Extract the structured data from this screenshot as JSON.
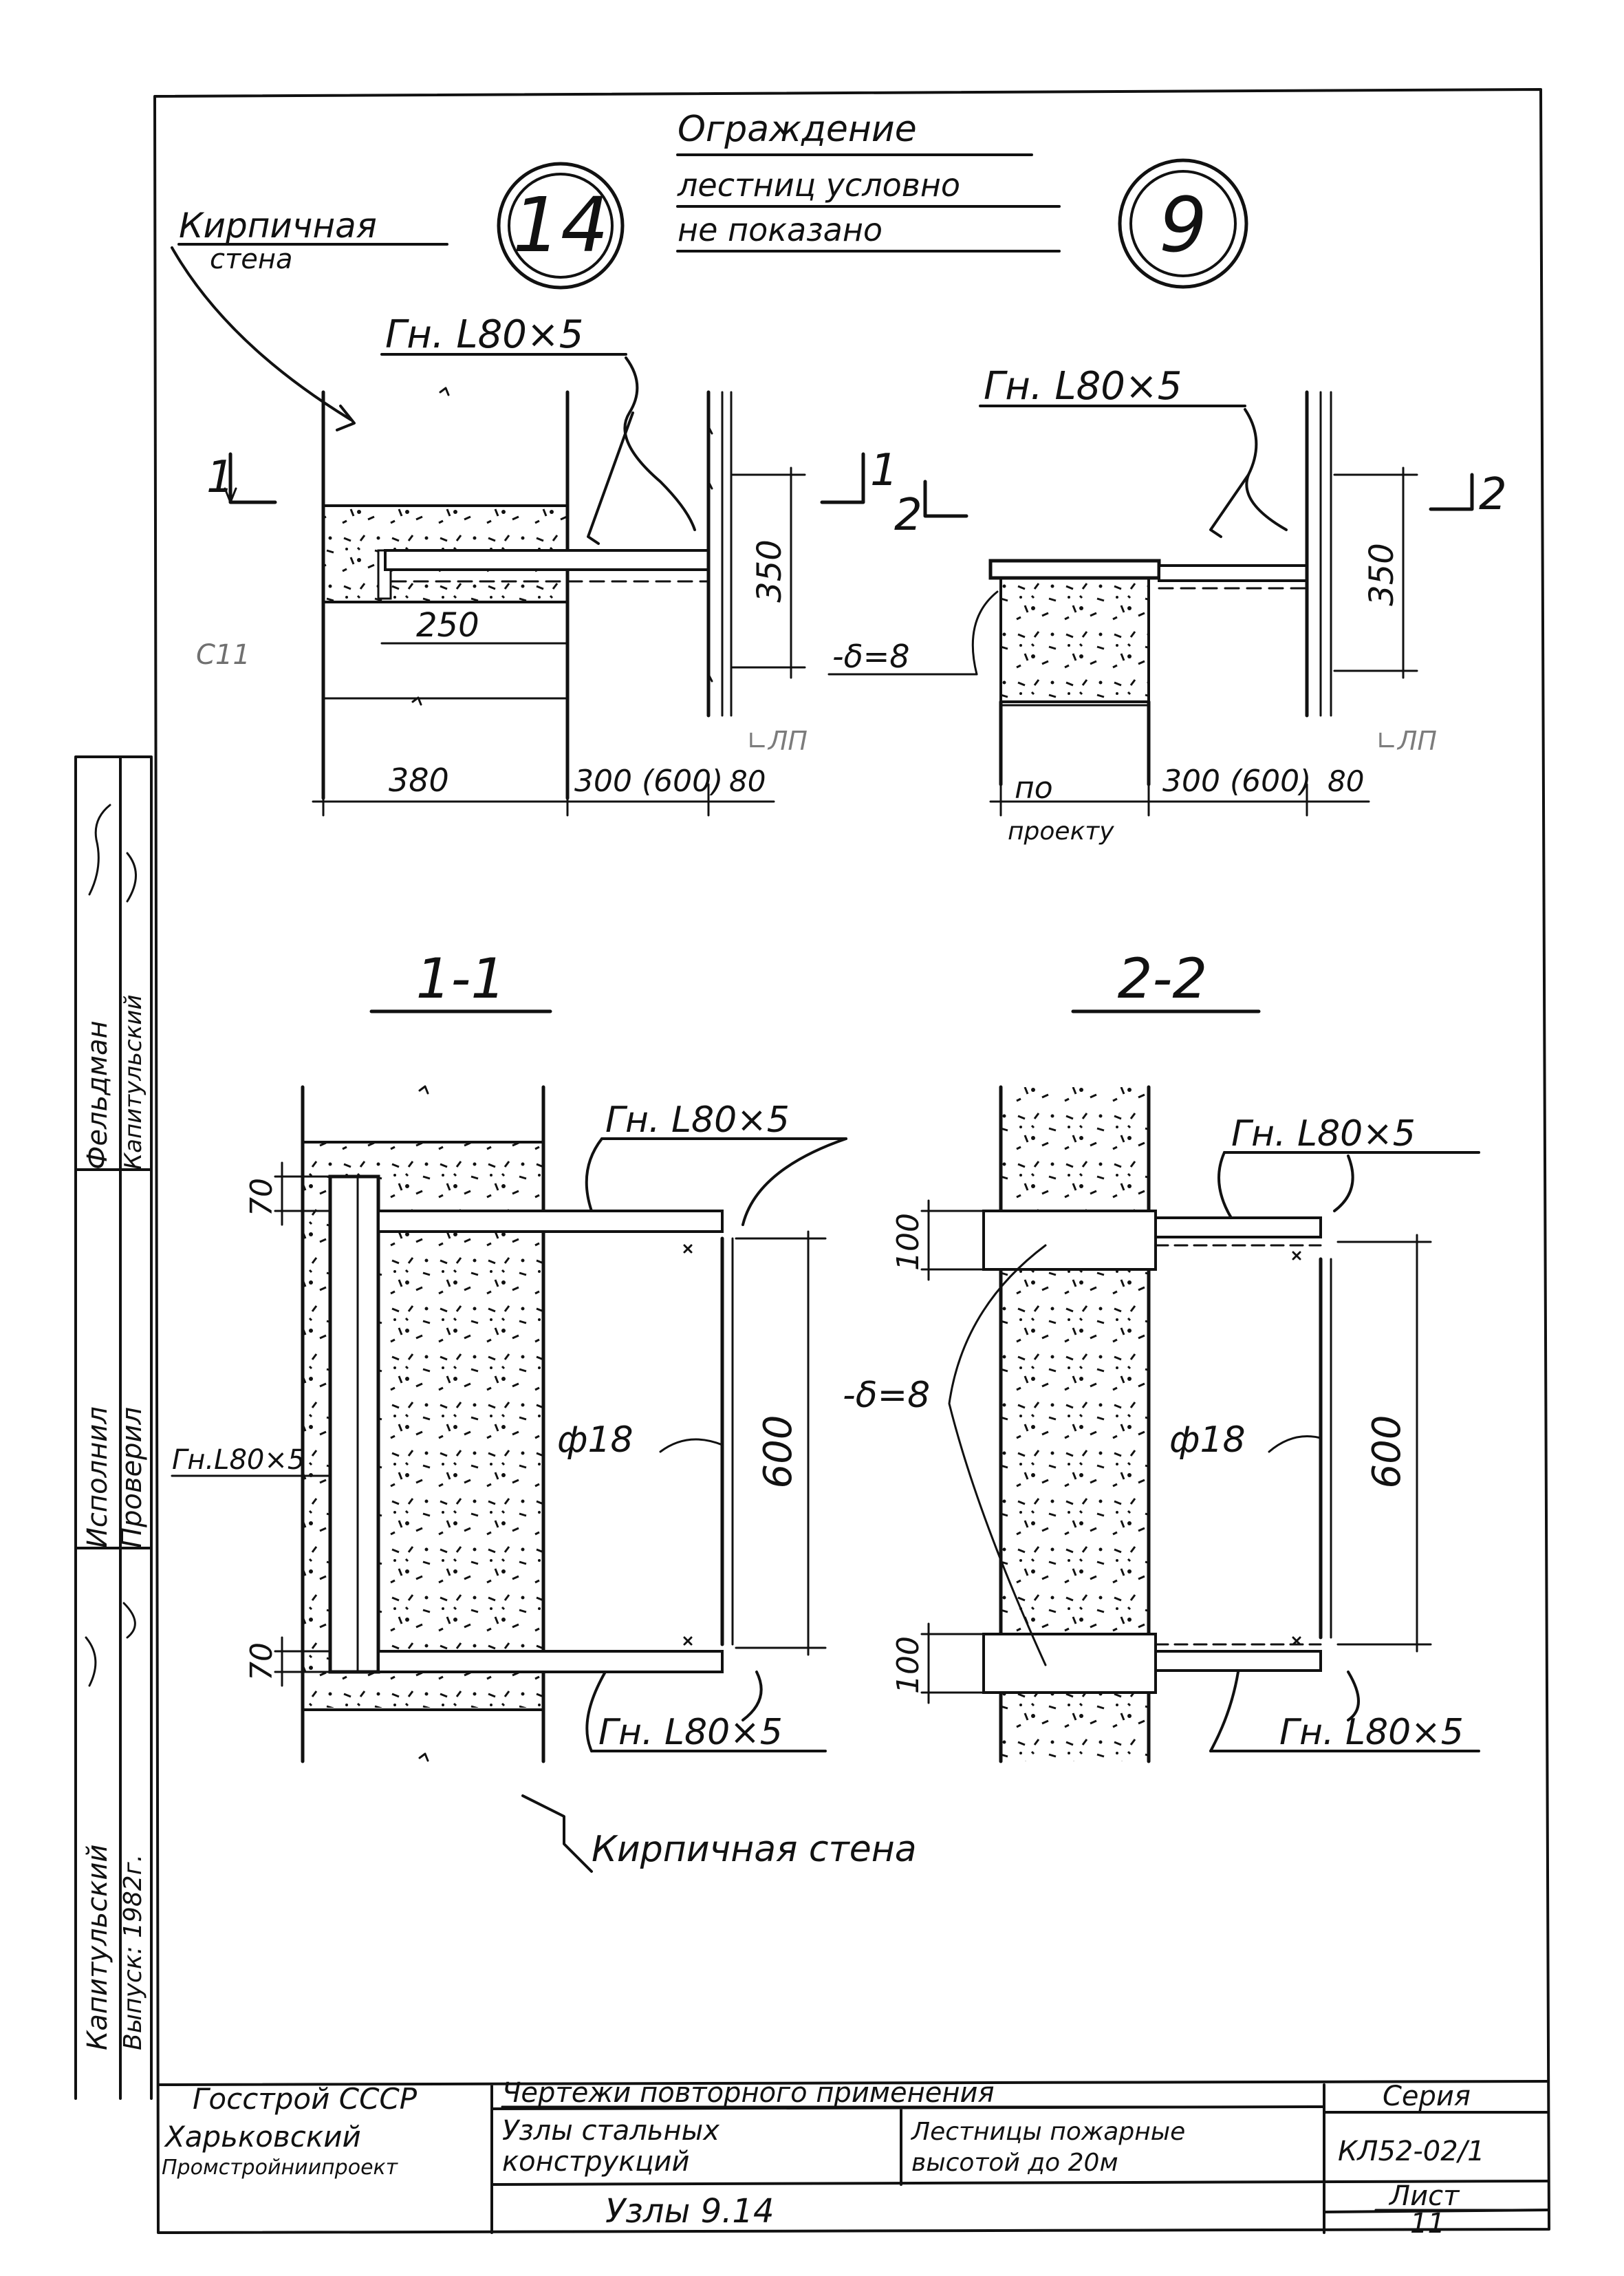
{
  "drawing": {
    "note": [
      "Ограждение",
      "лестниц условно",
      "не показано"
    ],
    "node_a": "14",
    "node_b": "9",
    "brick_wall_top": [
      "Кирпичная",
      "стена"
    ],
    "brick_wall_bottom": "Кирпичная стена",
    "angle": "Гн. L80×5",
    "angle_side": "Гн.L80×5",
    "dim_350": "350",
    "dim_250": "250",
    "dim_380": "380",
    "dim_300_600": "300 (600)",
    "dim_80": "80",
    "dim_600": "600",
    "dim_70": "70",
    "dim_100": "100",
    "plate": "-δ=8",
    "rod": "ф18",
    "po_proektu": [
      "по",
      "проекту"
    ],
    "section_1": "1-1",
    "section_2": "2-2",
    "cut_1": "1",
    "cut_2": "2",
    "lp": "∟ЛП",
    "mark_c": "С11"
  },
  "side_stamp": {
    "role_1": "Исполнил",
    "name_1": "Фельдман",
    "role_2": "Проверил",
    "name_2": "Капитульский",
    "role_3": "Капитульский",
    "year": "Выпуск: 1982г."
  },
  "title_block": {
    "org": [
      "Госстрой СССР",
      "Харьковский",
      "Промстройниипроект"
    ],
    "header": "Чертежи повторного применения",
    "subject": [
      "Узлы стальных",
      "конструкций"
    ],
    "object": [
      "Лестницы пожарные",
      "высотой до 20м"
    ],
    "series_label": "Серия",
    "series": "КЛ52-02/1",
    "sheet_title": "Узлы 9.14",
    "sheet_label": "Лист",
    "sheet": "11"
  }
}
